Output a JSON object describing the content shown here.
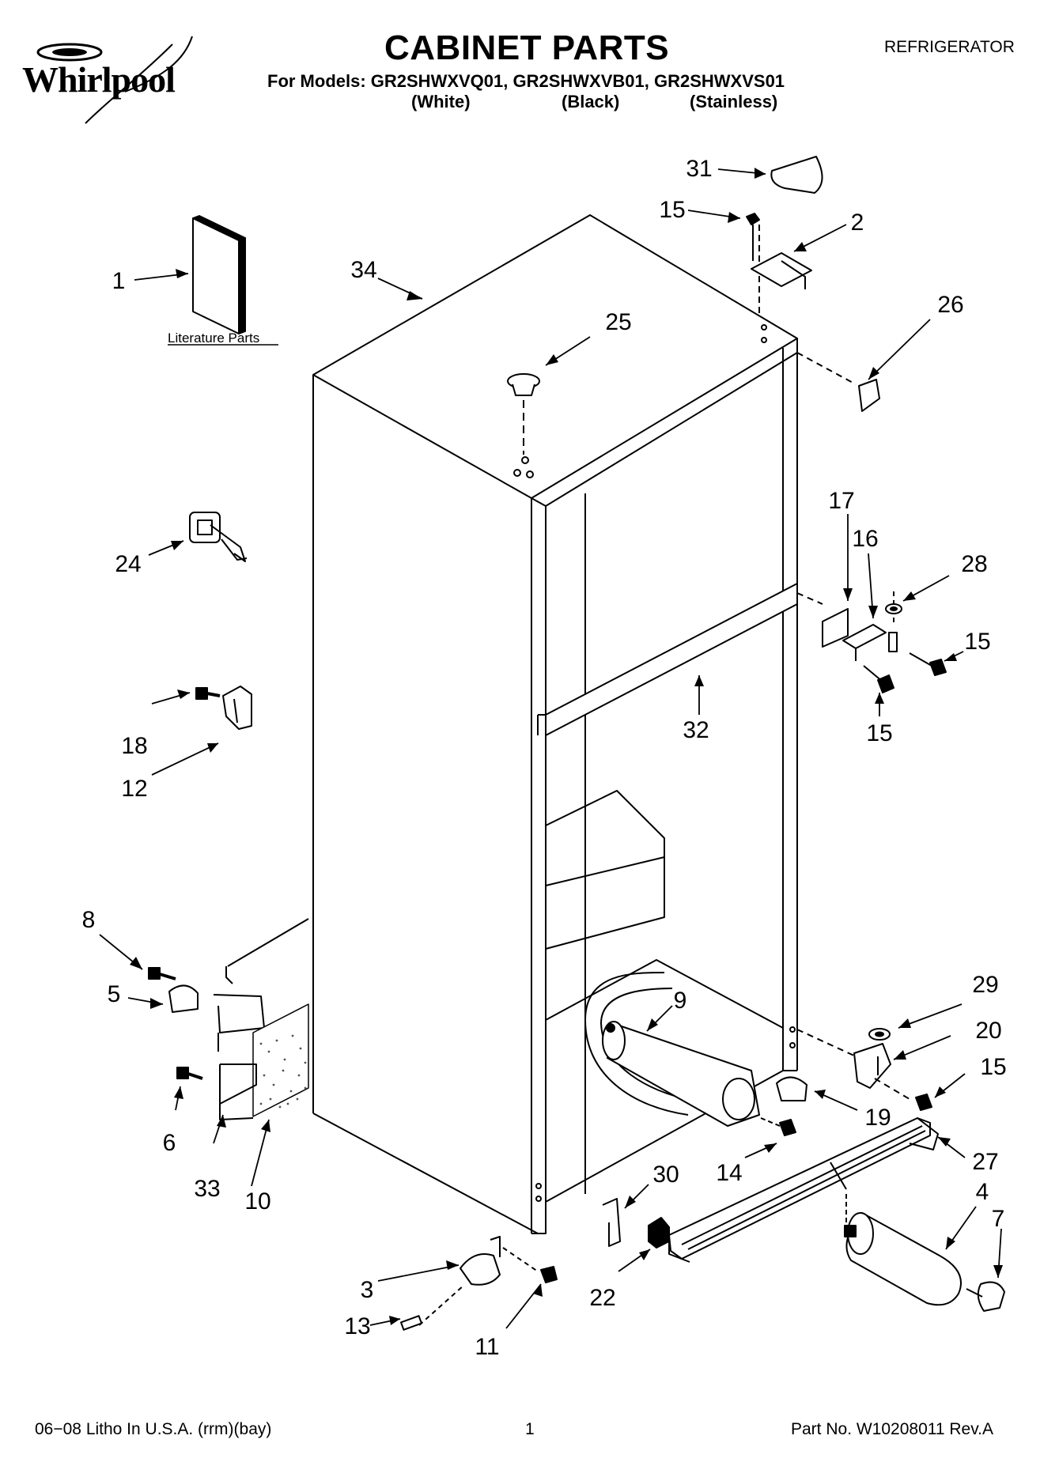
{
  "header": {
    "brand": "Whirlpool",
    "title": "CABINET PARTS",
    "category": "REFRIGERATOR",
    "models_line": "For Models: GR2SHWXVQ01, GR2SHWXVB01, GR2SHWXVS01",
    "colors": [
      "(White)",
      "(Black)",
      "(Stainless)"
    ]
  },
  "diagram": {
    "literature_label": "Literature Parts",
    "callouts": [
      {
        "id": "c1",
        "label": "1"
      },
      {
        "id": "c34",
        "label": "34"
      },
      {
        "id": "c31",
        "label": "31"
      },
      {
        "id": "c15a",
        "label": "15"
      },
      {
        "id": "c2",
        "label": "2"
      },
      {
        "id": "c26",
        "label": "26"
      },
      {
        "id": "c25",
        "label": "25"
      },
      {
        "id": "c24",
        "label": "24"
      },
      {
        "id": "c17",
        "label": "17"
      },
      {
        "id": "c16",
        "label": "16"
      },
      {
        "id": "c28",
        "label": "28"
      },
      {
        "id": "c15b",
        "label": "15"
      },
      {
        "id": "c15c",
        "label": "15"
      },
      {
        "id": "c32",
        "label": "32"
      },
      {
        "id": "c18",
        "label": "18"
      },
      {
        "id": "c12",
        "label": "12"
      },
      {
        "id": "c8",
        "label": "8"
      },
      {
        "id": "c5",
        "label": "5"
      },
      {
        "id": "c9",
        "label": "9"
      },
      {
        "id": "c29",
        "label": "29"
      },
      {
        "id": "c20",
        "label": "20"
      },
      {
        "id": "c15d",
        "label": "15"
      },
      {
        "id": "c19",
        "label": "19"
      },
      {
        "id": "c6",
        "label": "6"
      },
      {
        "id": "c33",
        "label": "33"
      },
      {
        "id": "c10",
        "label": "10"
      },
      {
        "id": "c14",
        "label": "14"
      },
      {
        "id": "c27",
        "label": "27"
      },
      {
        "id": "c30",
        "label": "30"
      },
      {
        "id": "c4",
        "label": "4"
      },
      {
        "id": "c7",
        "label": "7"
      },
      {
        "id": "c3",
        "label": "3"
      },
      {
        "id": "c22",
        "label": "22"
      },
      {
        "id": "c13",
        "label": "13"
      },
      {
        "id": "c11",
        "label": "11"
      }
    ]
  },
  "footer": {
    "litho": "06−08 Litho In U.S.A. (rrm)(bay)",
    "page": "1",
    "part_no": "Part No. W10208011 Rev.A"
  }
}
